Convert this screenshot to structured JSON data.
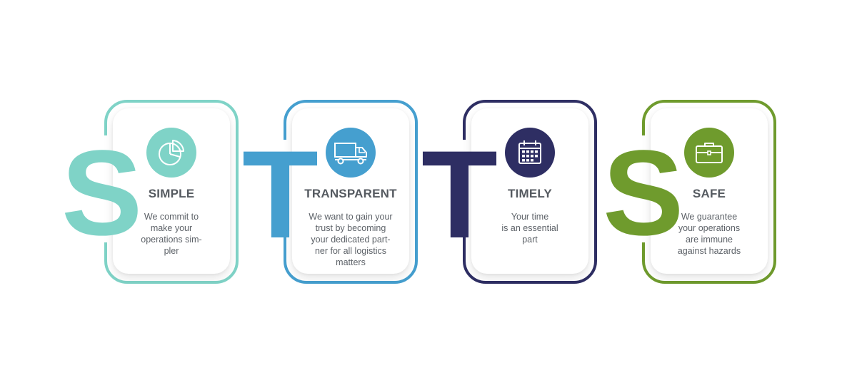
{
  "colors": {
    "teal": "#7fd3c7",
    "blue": "#459fcf",
    "navy": "#2e2e63",
    "green": "#6f9b2d",
    "text": "#555a60"
  },
  "steps": [
    {
      "letter": "S",
      "title": "SIMPLE",
      "description": "We commit to\nmake your\noperations sim-\npler",
      "icon": "pie-chart-icon",
      "color": "#7fd3c7"
    },
    {
      "letter": "T",
      "title": "TRANSPARENT",
      "description": "We want to gain your\ntrust by becoming\nyour dedicated part-\nner for all logistics\nmatters",
      "icon": "truck-icon",
      "color": "#459fcf"
    },
    {
      "letter": "T",
      "title": "TIMELY",
      "description": "Your time\nis an essential\npart",
      "icon": "calendar-icon",
      "color": "#2e2e63"
    },
    {
      "letter": "S",
      "title": "SAFE",
      "description": "We guarantee\nyour operations\nare immune\nagainst hazards",
      "icon": "briefcase-icon",
      "color": "#6f9b2d"
    }
  ]
}
